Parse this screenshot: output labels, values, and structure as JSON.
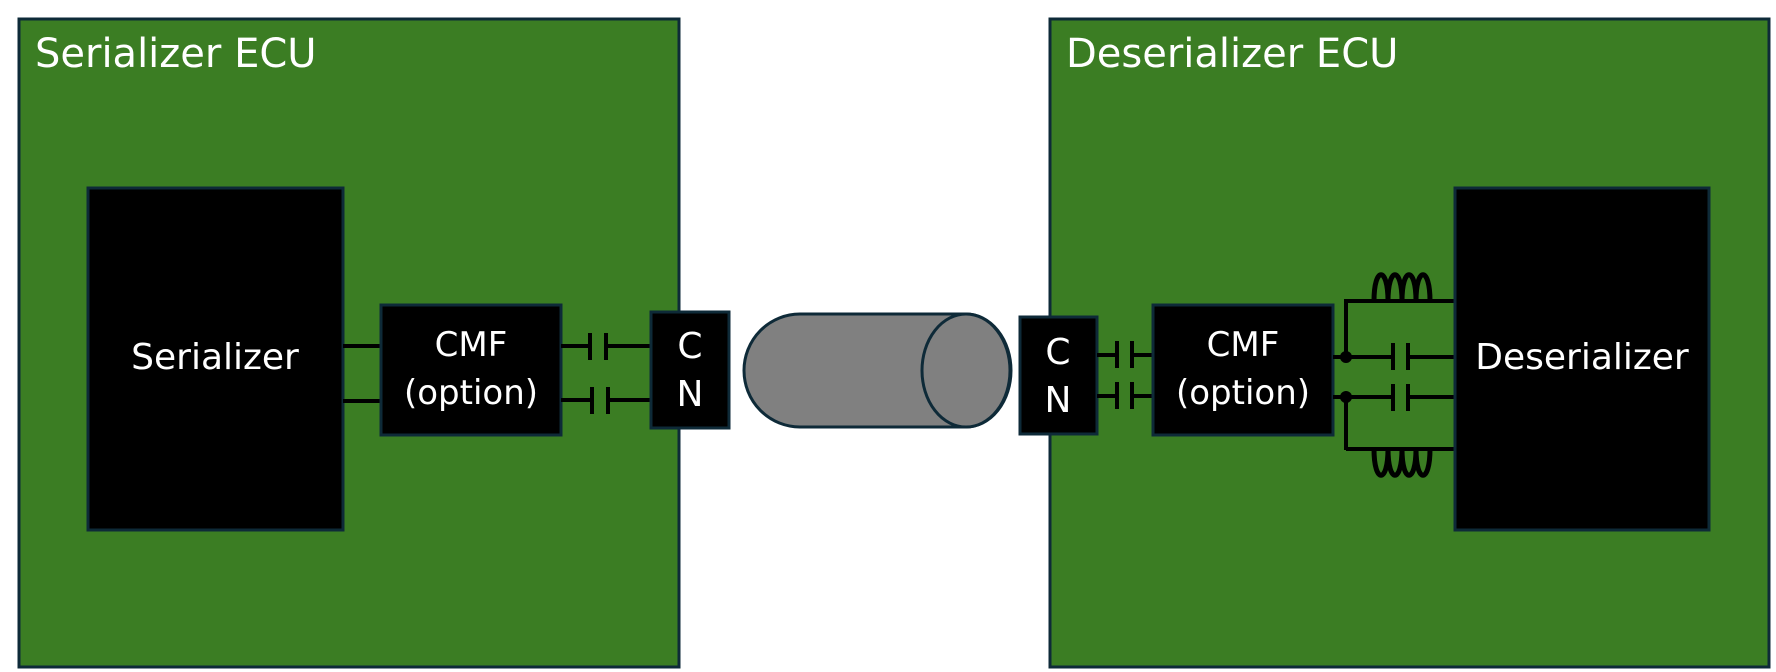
{
  "diagram": {
    "type": "block-diagram",
    "colors": {
      "ecu_fill": "#3b7d23",
      "outline": "#0e2a38",
      "block_fill": "#000000",
      "cable_fill": "#808080",
      "text": "#ffffff",
      "background": "#ffffff"
    },
    "serializer_ecu": {
      "title": "Serializer ECU",
      "chip_label": "Serializer",
      "cmf": {
        "line1": "CMF",
        "line2": "(option)"
      },
      "connector": {
        "line1": "C",
        "line2": "N"
      },
      "ac_coupling_capacitors": 2
    },
    "cable": {
      "label": "",
      "icon": "coax-cable-cylinder"
    },
    "deserializer_ecu": {
      "title": "Deserializer ECU",
      "chip_label": "Deserializer",
      "cmf": {
        "line1": "CMF",
        "line2": "(option)"
      },
      "connector": {
        "line1": "C",
        "line2": "N"
      },
      "ac_coupling_capacitors": 2,
      "poc_inductors": 2,
      "poc_branch_capacitors": 2,
      "junction_nodes": 2
    }
  }
}
